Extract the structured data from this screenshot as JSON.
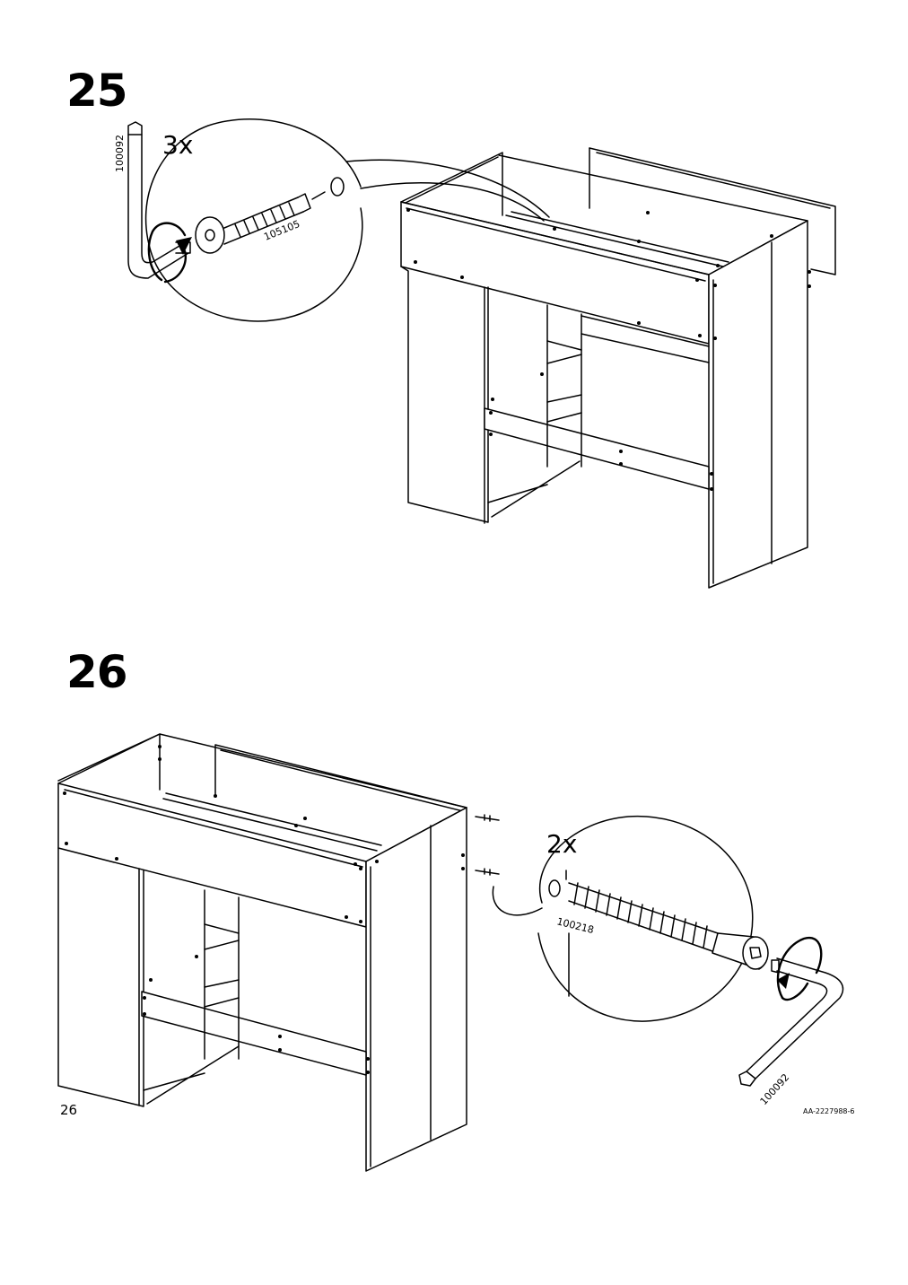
{
  "steps": [
    {
      "number": "25",
      "quantity": "3x",
      "parts": {
        "tool": "100092",
        "screw": "105105"
      },
      "illustration_icon": "allen-key-cam-bolt-icon"
    },
    {
      "number": "26",
      "quantity": "2x",
      "parts": {
        "screw": "100218",
        "tool": "100092"
      },
      "illustration_icon": "allen-key-threaded-screw-icon"
    }
  ],
  "footer": {
    "page_number": "26",
    "doc_code": "AA-2227988-6"
  }
}
